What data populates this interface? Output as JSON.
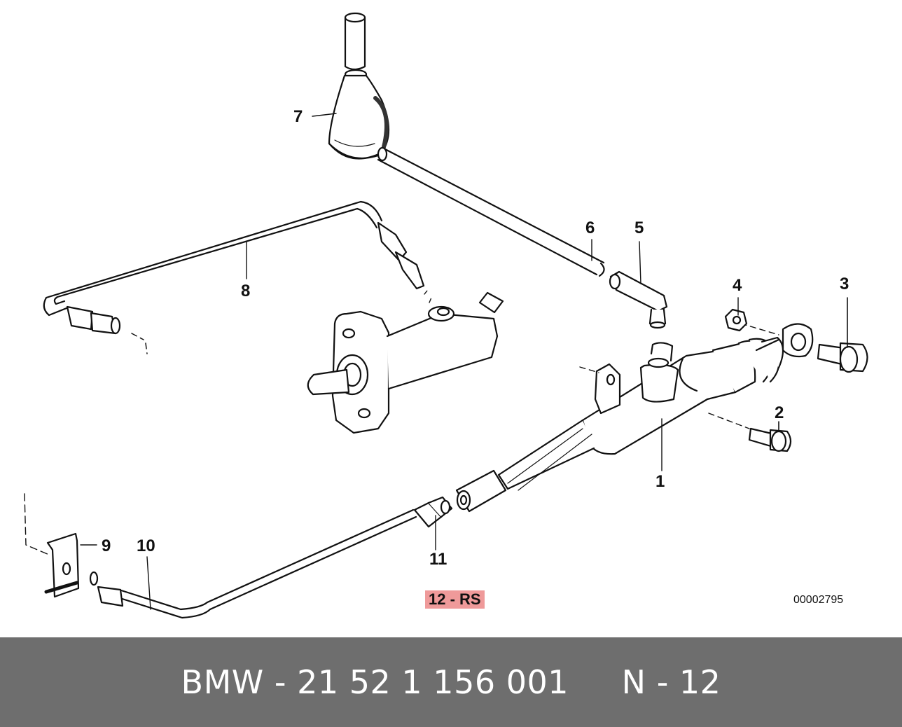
{
  "diagram": {
    "callouts": {
      "c1": "1",
      "c2": "2",
      "c3": "3",
      "c4": "4",
      "c5": "5",
      "c6": "6",
      "c7": "7",
      "c8": "8",
      "c9": "9",
      "c10": "10",
      "c11": "11"
    },
    "variant_badge": "12 - RS",
    "variant_badge_color": "#ef9a9a",
    "diagram_number": "00002795"
  },
  "footer": {
    "brand": "BMW",
    "part_number": "21 52 1 156 001",
    "position": "N - 12",
    "bar_color": "#6e6e6e",
    "text_color": "#ffffff"
  }
}
